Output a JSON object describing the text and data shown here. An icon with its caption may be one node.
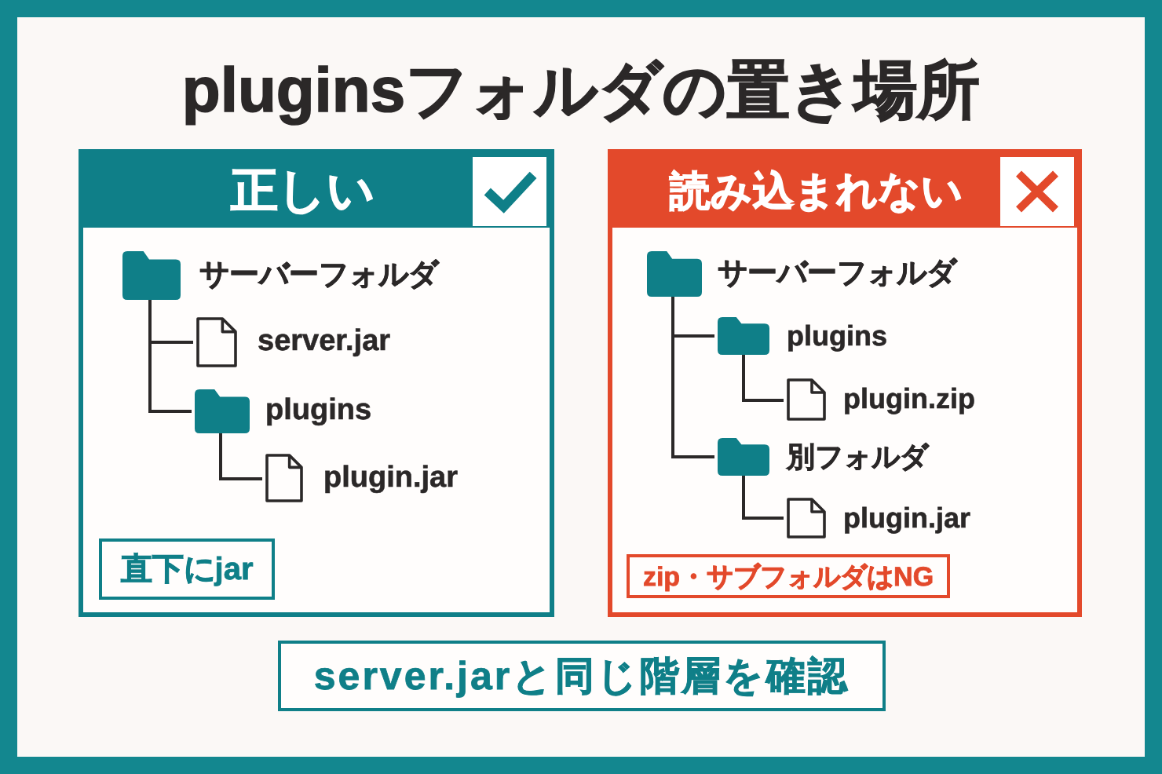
{
  "diagram": {
    "title": "pluginsフォルダの置き場所",
    "nodes": [
      {
        "text": [
          "正しい"
        ]
      },
      {
        "text": [
          "サーバーフォルダ"
        ],
        "in": 0
      },
      {
        "text": [
          "server.jar"
        ],
        "in": 0
      },
      {
        "text": [
          "plugins"
        ],
        "in": 0
      },
      {
        "text": [
          "plugin.jar"
        ],
        "in": 0
      },
      {
        "text": [
          "直下にjar"
        ],
        "in": 0
      },
      {
        "text": [
          "読み込まれない"
        ]
      },
      {
        "text": [
          "サーバーフォルダ"
        ],
        "in": 6
      },
      {
        "text": [
          "plugins"
        ],
        "in": 6
      },
      {
        "text": [
          "plugin.zip"
        ],
        "in": 6
      },
      {
        "text": [
          "別フォルダ"
        ],
        "in": 6
      },
      {
        "text": [
          "plugin.jar"
        ],
        "in": 6
      },
      {
        "text": [
          "zip・サブフォルダはNG"
        ],
        "in": 6
      },
      {
        "text": [
          "server.jarと同じ階層を確認"
        ]
      }
    ],
    "edges": [
      {
        "from": 1,
        "to": 2,
        "arrow": "none"
      },
      {
        "from": 1,
        "to": 3,
        "arrow": "none"
      },
      {
        "from": 3,
        "to": 4,
        "arrow": "none"
      },
      {
        "from": 7,
        "to": 8,
        "arrow": "none"
      },
      {
        "from": 8,
        "to": 9,
        "arrow": "none"
      },
      {
        "from": 7,
        "to": 10,
        "arrow": "none"
      },
      {
        "from": 10,
        "to": 11,
        "arrow": "none"
      }
    ]
  }
}
